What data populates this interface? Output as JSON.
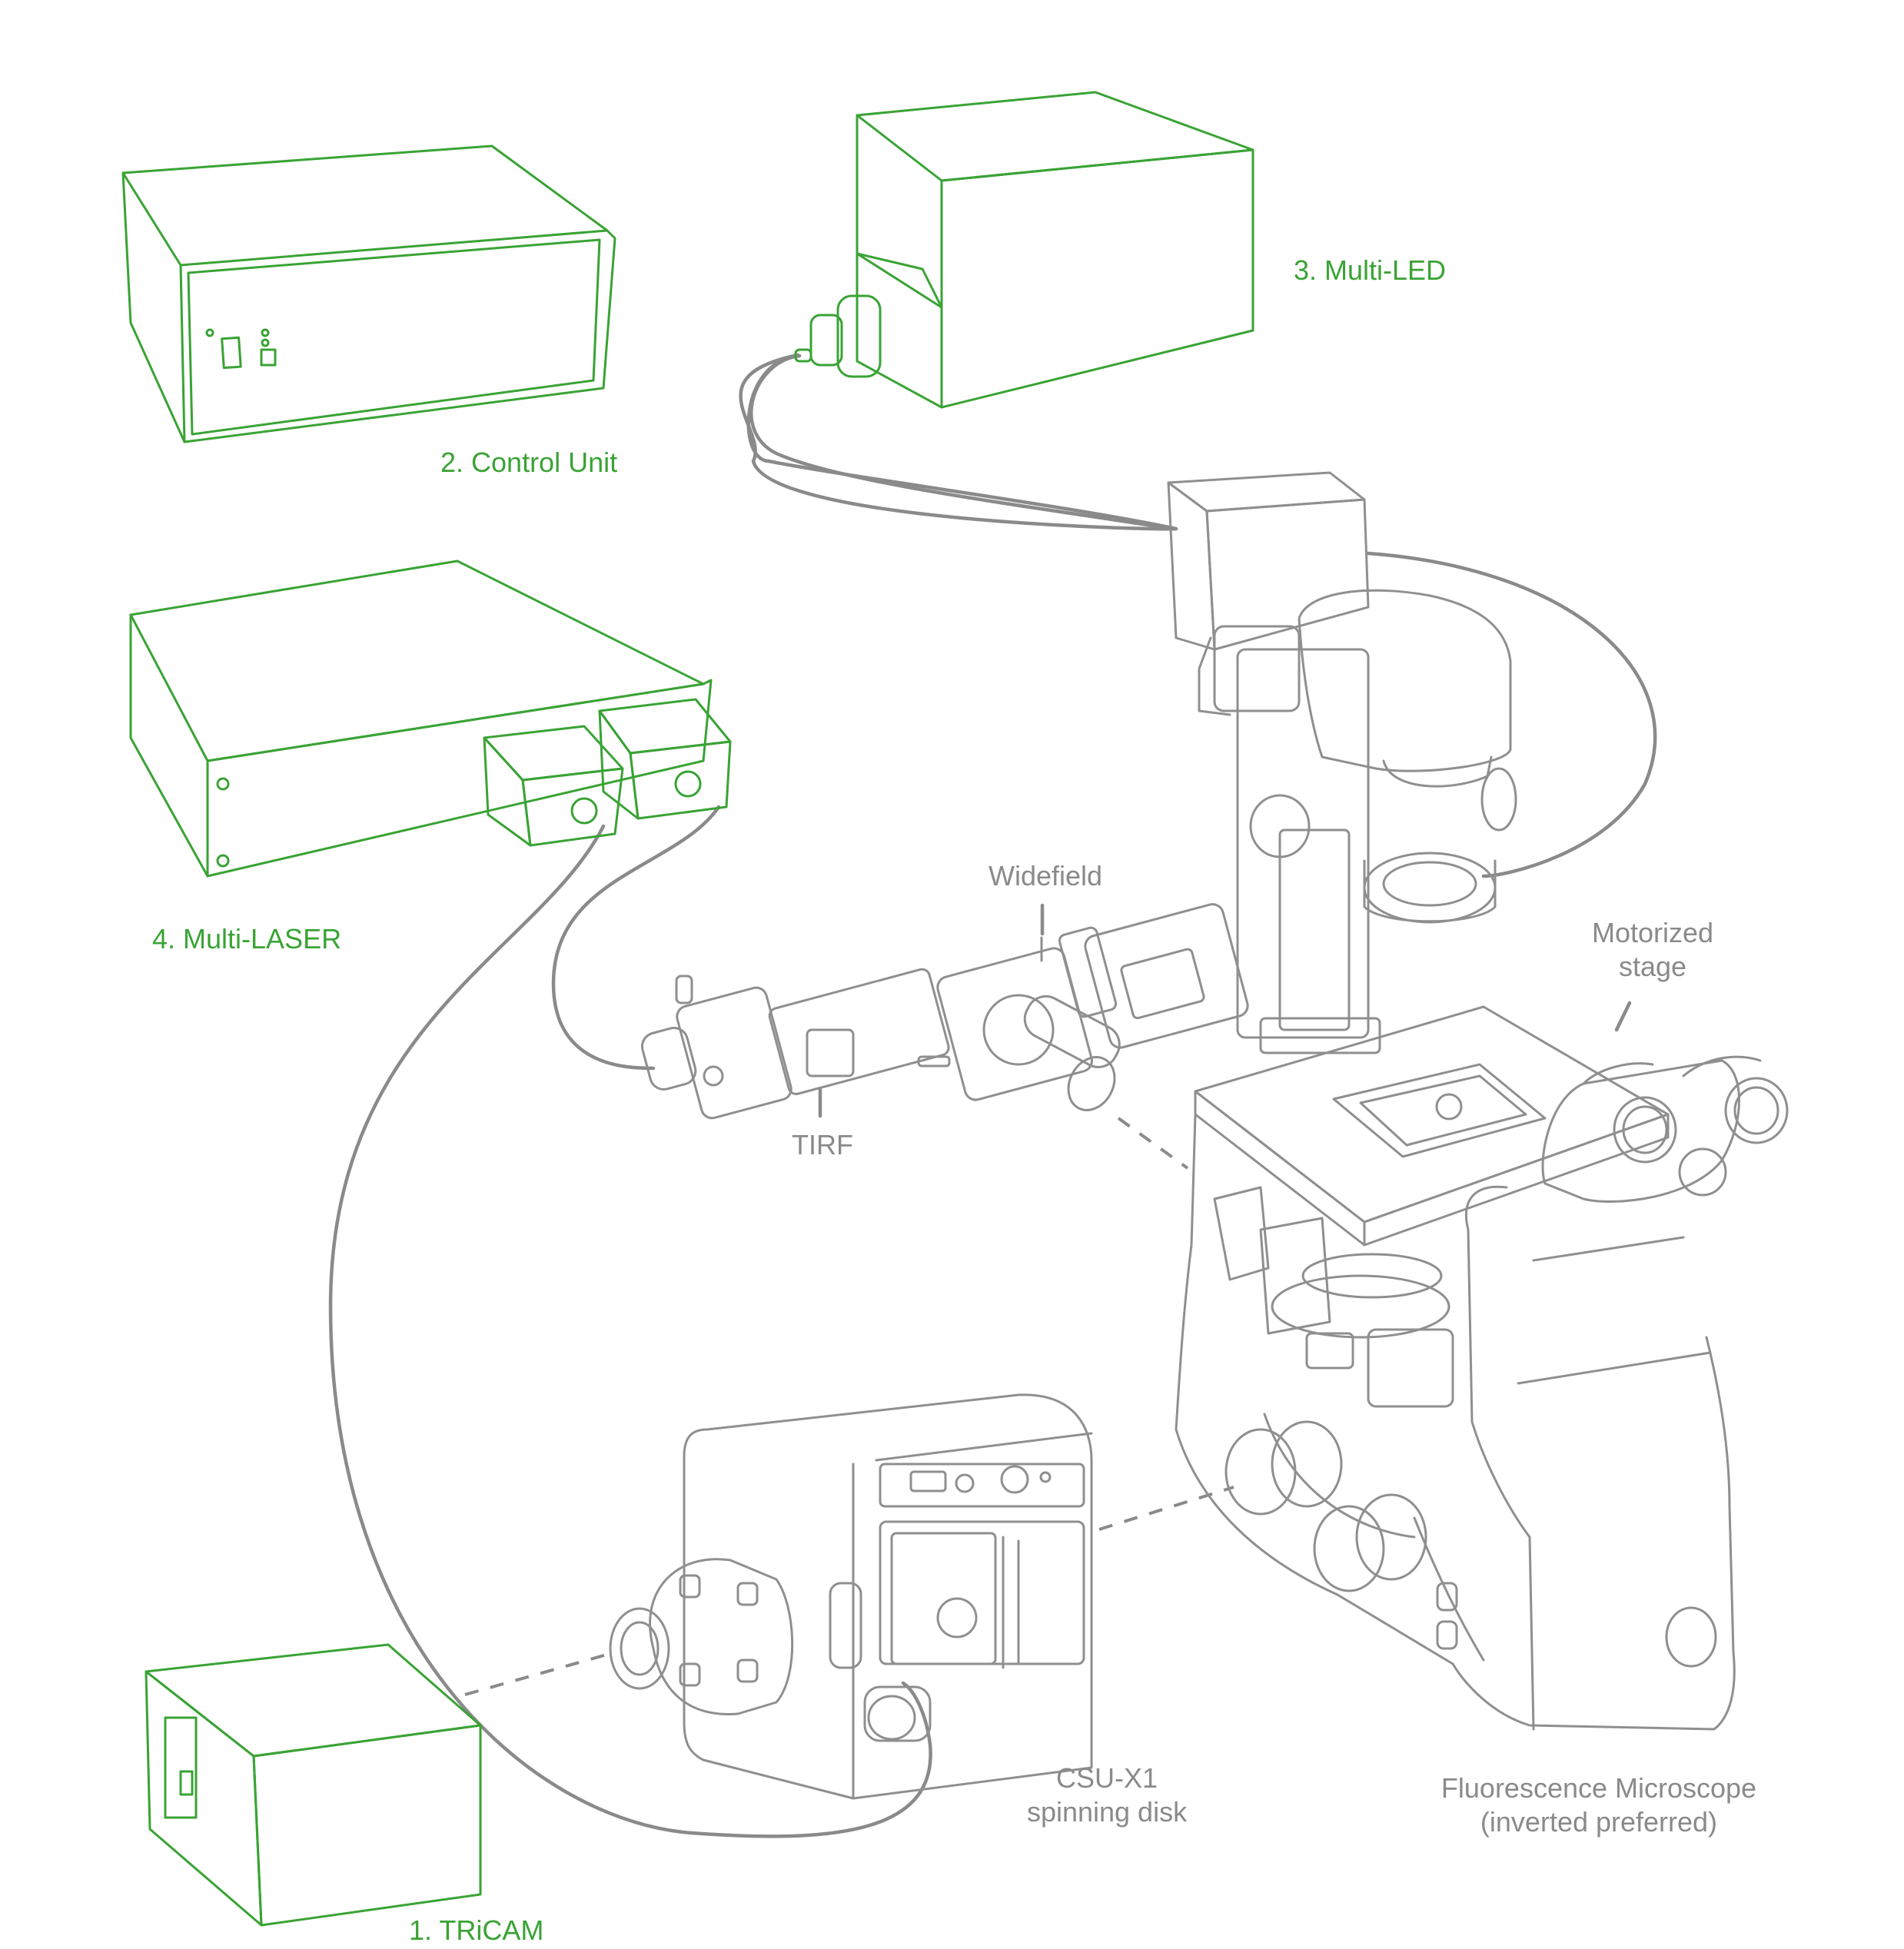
{
  "labels": {
    "control_unit": "2. Control Unit",
    "multi_led": "3. Multi-LED",
    "multi_laser": "4. Multi-LASER",
    "tricam": "1. TRiCAM",
    "widefield": "Widefield",
    "tirf": "TIRF",
    "motorized_stage_line1": "Motorized",
    "motorized_stage_line2": "stage",
    "csu_line1": "CSU-X1",
    "csu_line2": "spinning disk",
    "microscope_line1": "Fluorescence Microscope",
    "microscope_line2": "(inverted preferred)"
  },
  "colors": {
    "component_green": "#3aa335",
    "line_gray": "#8a8a8a",
    "background": "#ffffff"
  }
}
